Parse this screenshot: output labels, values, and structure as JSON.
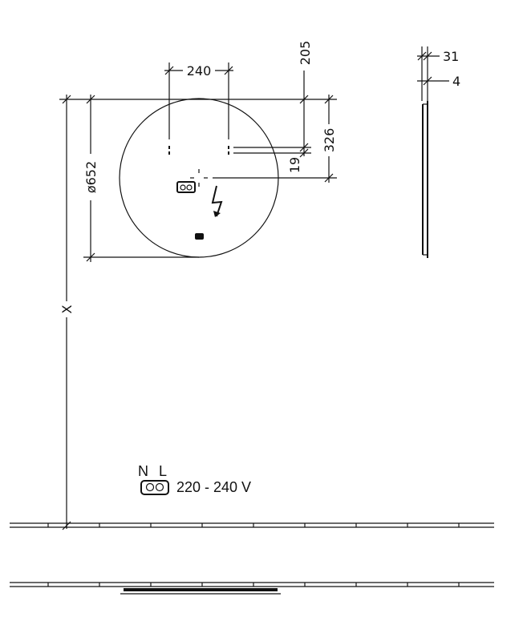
{
  "dimensions": {
    "spacing": "240",
    "top_offset": "205",
    "center_height": "326",
    "hole_offset": "19",
    "diameter": "ø652",
    "mount_height": "X",
    "depth": "31",
    "glass": "4"
  },
  "connection": {
    "neutral": "N",
    "live": "L",
    "voltage": "220 - 240 V"
  }
}
